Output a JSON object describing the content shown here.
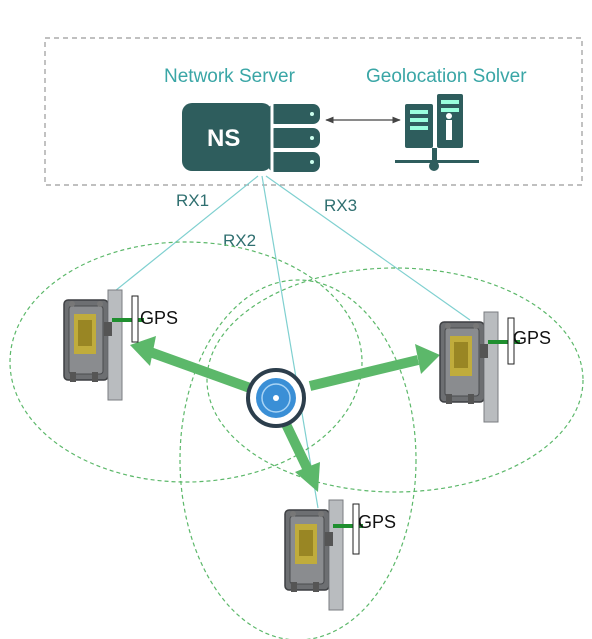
{
  "server_box": {
    "network_server_label": "Network Server",
    "geolocation_solver_label": "Geolocation Solver",
    "ns_badge": "NS"
  },
  "links": {
    "rx1": "RX1",
    "rx2": "RX2",
    "rx3": "RX3"
  },
  "gateways": {
    "left_gps": "GPS",
    "right_gps": "GPS",
    "bottom_gps": "GPS"
  },
  "colors": {
    "teal": "#3aa6a6",
    "server_dark": "#2e5d5d",
    "arrow_green": "#5cb86a",
    "coverage_dash": "#5cb86a",
    "device_blue": "#3a8fd6"
  },
  "icons": {
    "network_server": "server-stack-icon",
    "geolocation_solver": "server-tower-icon",
    "end_device": "sensor-device-icon",
    "gateway": "gateway-pole-icon"
  }
}
